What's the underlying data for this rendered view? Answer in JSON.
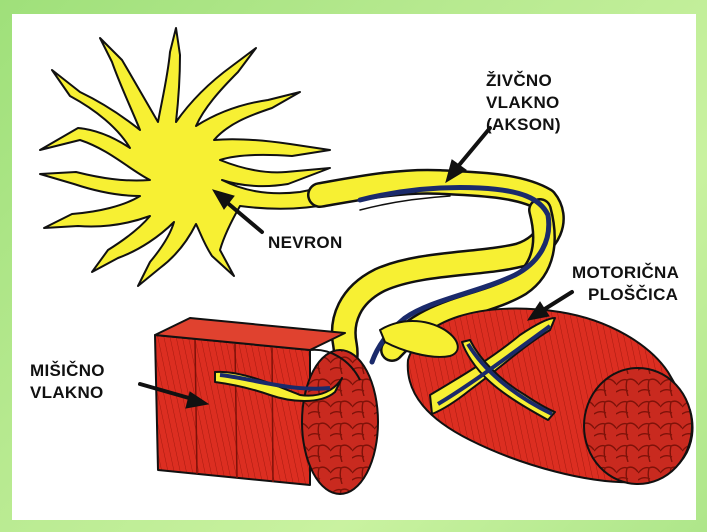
{
  "labels": {
    "axon_line1": "ŽIVČNO",
    "axon_line2": "VLAKNO",
    "axon_line3": "(AKSON)",
    "neuron": "NEVRON",
    "motor_line1": "MOTORIČNA",
    "motor_line2": "PLOŠČICA",
    "muscle_line1": "MIŠIČNO",
    "muscle_line2": "VLAKNO"
  },
  "colors": {
    "background": "#b6e98f",
    "panel": "#ffffff",
    "neuron_fill": "#f7f033",
    "outline": "#111111",
    "muscle": "#d8261c",
    "muscle_dark": "#9c160f",
    "axon_core": "#1a2a6b"
  }
}
